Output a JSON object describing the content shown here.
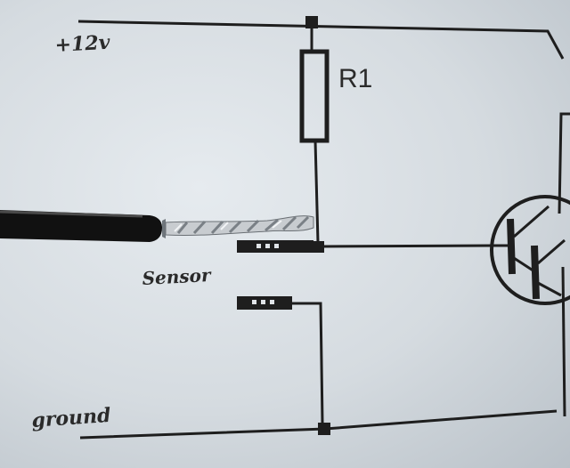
{
  "diagram": {
    "labels": {
      "supply": "+12v",
      "resistor": "R1",
      "sensor": "Sensor",
      "ground": "ground"
    },
    "colors": {
      "paper": "#dfe4e8",
      "ink": "#1e1e1e",
      "cable": "#111111",
      "wire": "#c8ccd0"
    }
  }
}
